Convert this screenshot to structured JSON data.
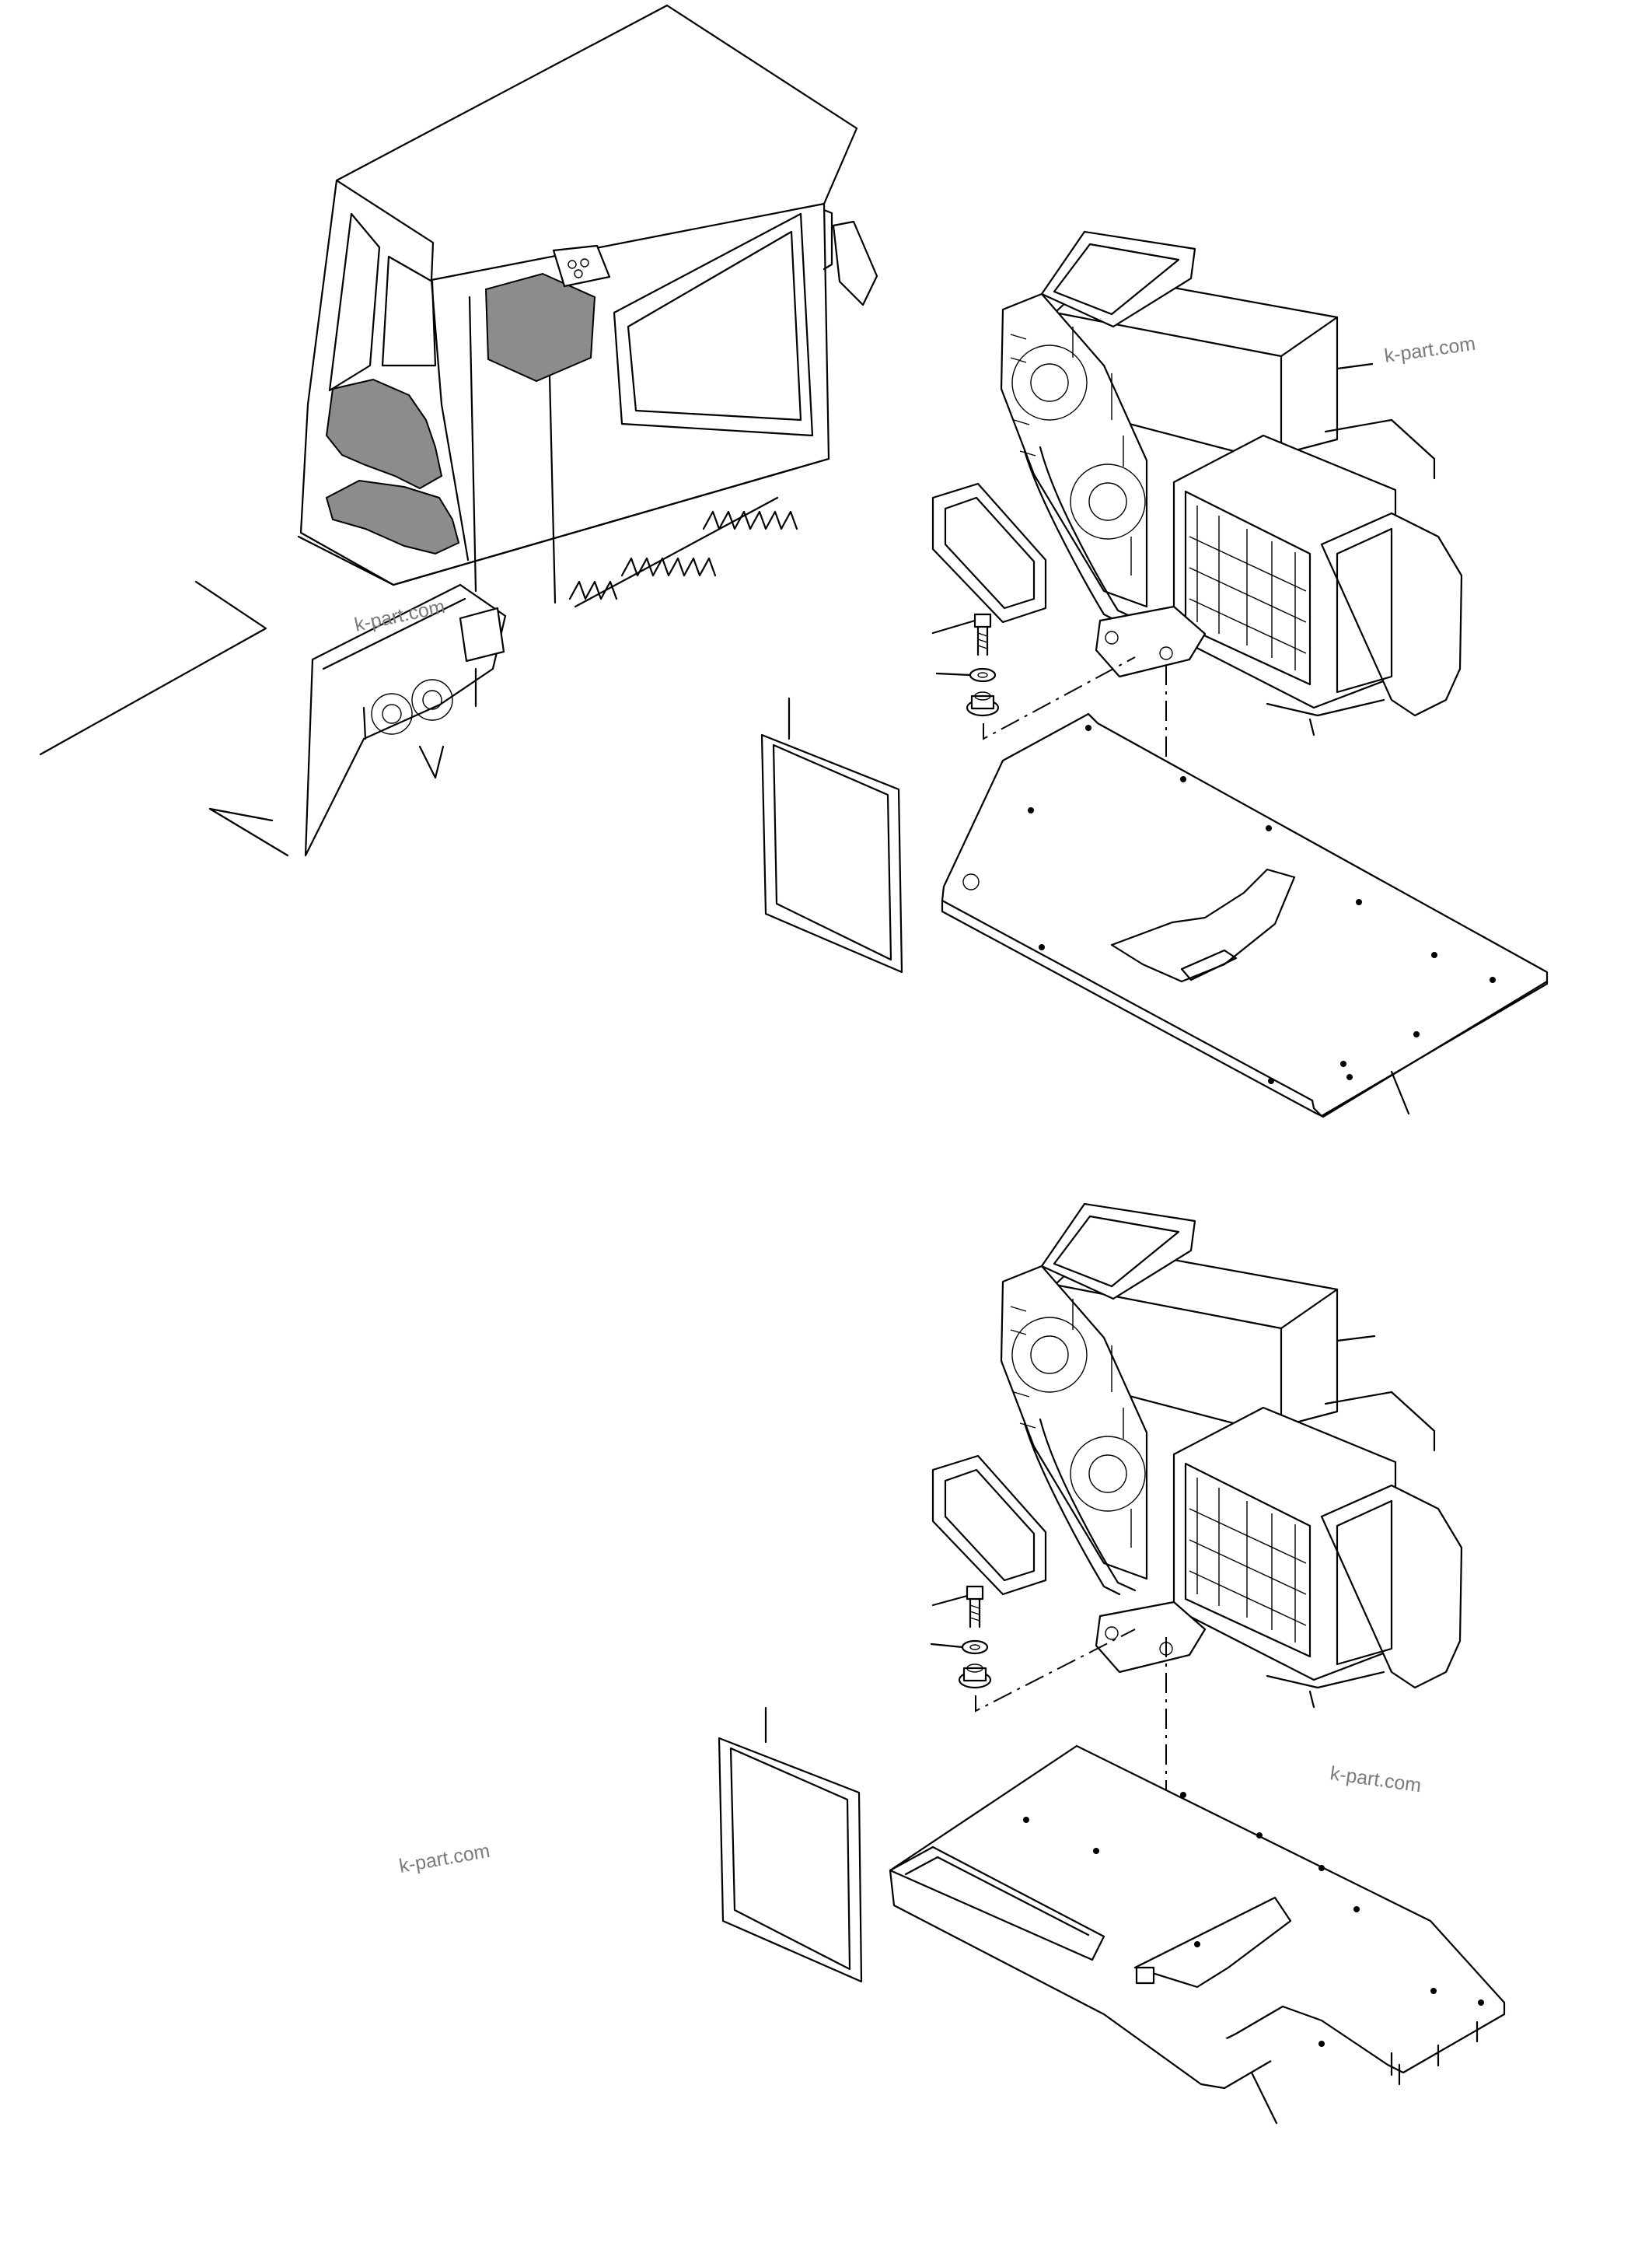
{
  "watermarks": {
    "wm_1": "k-part.com",
    "wm_2": "k-part.com",
    "wm_3": "k-part.com",
    "wm_4": "k-part.com"
  },
  "colors": {
    "line": "#000000",
    "shade": "#8c8c8c",
    "watermark": "#7a7a7a"
  },
  "icons": [
    "cab-overview-drawing",
    "heater-unit-drawing",
    "bolt-icon",
    "washer-icon",
    "grommet-icon",
    "gasket-frame-icon",
    "mounting-plate-drawing"
  ]
}
